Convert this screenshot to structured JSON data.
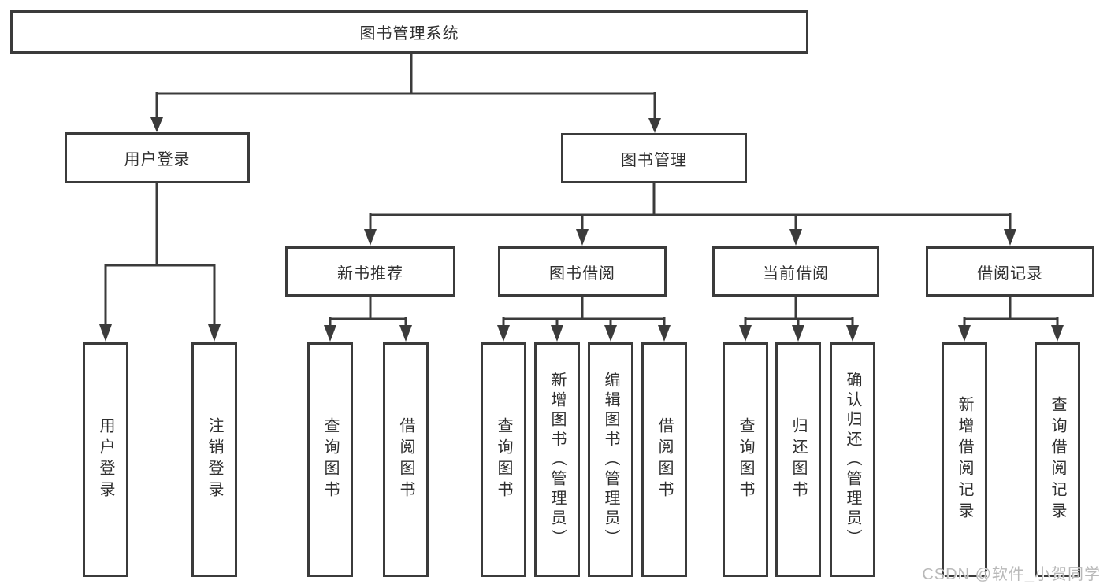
{
  "diagram_title": "图书管理系统",
  "tree": {
    "label": "图书管理系统",
    "children": [
      {
        "label": "用户登录",
        "children": [
          {
            "label": "用户登录"
          },
          {
            "label": "注销登录"
          }
        ]
      },
      {
        "label": "图书管理",
        "children": [
          {
            "label": "新书推荐",
            "children": [
              {
                "label": "查询图书"
              },
              {
                "label": "借阅图书"
              }
            ]
          },
          {
            "label": "图书借阅",
            "children": [
              {
                "label": "查询图书"
              },
              {
                "label": "新增图书（管理员）"
              },
              {
                "label": "编辑图书（管理员）"
              },
              {
                "label": "借阅图书"
              }
            ]
          },
          {
            "label": "当前借阅",
            "children": [
              {
                "label": "查询图书"
              },
              {
                "label": "归还图书"
              },
              {
                "label": "确认归还（管理员）"
              }
            ]
          },
          {
            "label": "借阅记录",
            "children": [
              {
                "label": "新增借阅记录"
              },
              {
                "label": "查询借阅记录"
              }
            ]
          }
        ]
      }
    ]
  },
  "watermark": {
    "text": "CSDN @软件_小贺同学"
  },
  "colors": {
    "line": "#3b3b3b",
    "border": "#3b3b3b",
    "text": "#2f2f2f",
    "watermark": "#b9b9b9",
    "background": "#ffffff"
  }
}
